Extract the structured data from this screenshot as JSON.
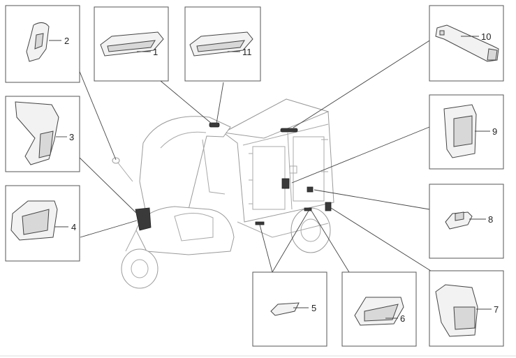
{
  "callouts": {
    "c1": "1",
    "c2": "2",
    "c3": "3",
    "c4": "4",
    "c5": "5",
    "c6": "6",
    "c7": "7",
    "c8": "8",
    "c9": "9",
    "c10": "10",
    "c11": "11"
  },
  "colors": {
    "line": "#444444",
    "vehicle": "#9a9a9a",
    "highlight": "#3a3a3a"
  }
}
